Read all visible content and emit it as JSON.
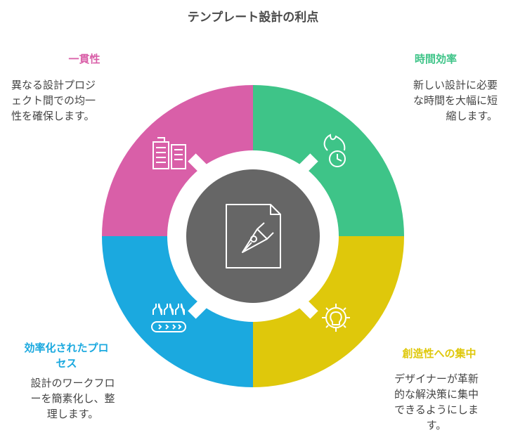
{
  "title": "テンプレート設計の利点",
  "colors": {
    "consistency": "#d95fa8",
    "efficiency": "#3ec488",
    "process": "#1ba9df",
    "creativity": "#dfc80b",
    "center": "#666666"
  },
  "sections": {
    "consistency": {
      "heading": "一貫性",
      "desc_lines": [
        "異なる設計プロジ",
        "ェクト間での均一",
        "性を確保します。"
      ],
      "icon": "buildings-icon"
    },
    "efficiency": {
      "heading": "時間効率",
      "desc_lines": [
        "新しい設計に必要",
        "な時間を大幅に短",
        "縮します。"
      ],
      "icon": "fire-clock-icon"
    },
    "process": {
      "heading_lines": [
        "効率化されたプロ",
        "セス"
      ],
      "desc_lines": [
        "設計のワークフロ",
        "ーを簡素化し、整",
        "理します。"
      ],
      "icon": "conveyor-bottles-icon"
    },
    "creativity": {
      "heading": "創造性への集中",
      "desc_lines": [
        "デザイナーが革新",
        "的な解決策に集中",
        "できるようにしま",
        "す。"
      ],
      "icon": "gear-bulb-icon"
    }
  },
  "center_icon": "pen-document-icon"
}
